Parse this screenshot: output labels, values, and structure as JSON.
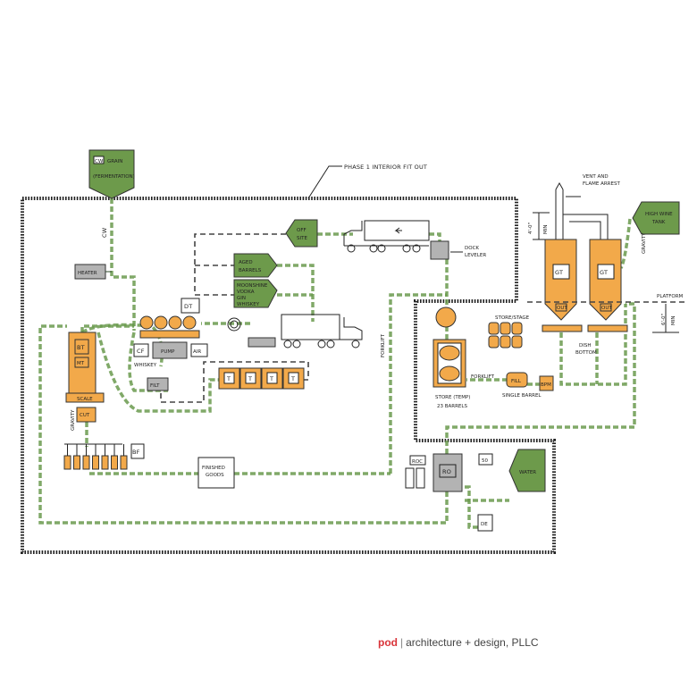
{
  "phase_label": "PHASE 1 INTERIOR FIT OUT",
  "grain": {
    "tag": "CW",
    "line1": "GRAIN",
    "line2": "(FERMENTATION)"
  },
  "cw_label": "CW",
  "heater": "HEATER",
  "off_site": {
    "line1": "OFF",
    "line2": "SITE"
  },
  "aged_barrels": {
    "line1": "AGED",
    "line2": "BARRELS"
  },
  "spirits": {
    "line1": "MOONSHINE",
    "line2": "VODKA",
    "line3": "GIN",
    "line4": "WHISKEY"
  },
  "dock_leveler": {
    "line1": "DOCK",
    "line2": "LEVELER"
  },
  "dt": "DT",
  "cf": "CF",
  "whiskey": "WHISKEY",
  "pump": "PUMP",
  "air": "AIR",
  "filt": "FILT",
  "t_tanks": [
    "T",
    "T",
    "T",
    "T"
  ],
  "bt": "BT",
  "mt": "MT",
  "scale": "SCALE",
  "cut": "CUT",
  "gravity_left": "GRAVITY",
  "bf": "BF",
  "finished_goods": {
    "line1": "FINISHED",
    "line2": "GOODS"
  },
  "forklift_left": "FORKLIFT",
  "vent": {
    "line1": "VENT AND",
    "line2": "FLAME ARREST"
  },
  "high_wine": {
    "line1": "HIGH WINE",
    "line2": "TANK"
  },
  "gravity_right": "GRAVITY",
  "dim_top": {
    "value": "4'-0\"",
    "note": "MIN"
  },
  "dim_platform": {
    "value": "6'-0\"",
    "note": "MIN"
  },
  "platform": "PLATFORM",
  "gt_tanks": [
    "GT",
    "GT"
  ],
  "out": "OUT",
  "dish_bottom": {
    "line1": "DISH",
    "line2": "BOTTOM"
  },
  "store_stage": "STORE/STAGE",
  "fill": "FILL",
  "single_barrel": "SINGLE BARREL",
  "bpm": "BPM",
  "forklift_right": "FORKLIFT",
  "store_temp": {
    "line1": "STORE (TEMP)",
    "line2": "23 BARRELS"
  },
  "roc": "ROC",
  "ro": "RO",
  "fifty": "50",
  "water": "WATER",
  "de": "DE",
  "colors": {
    "green": "#6d9a4b",
    "orange": "#f2a94a",
    "gray": "#b3b3b3",
    "brand": "#d9343a"
  },
  "footer": {
    "brand": "pod",
    "separator": "|",
    "company": "architecture + design, PLLC"
  }
}
